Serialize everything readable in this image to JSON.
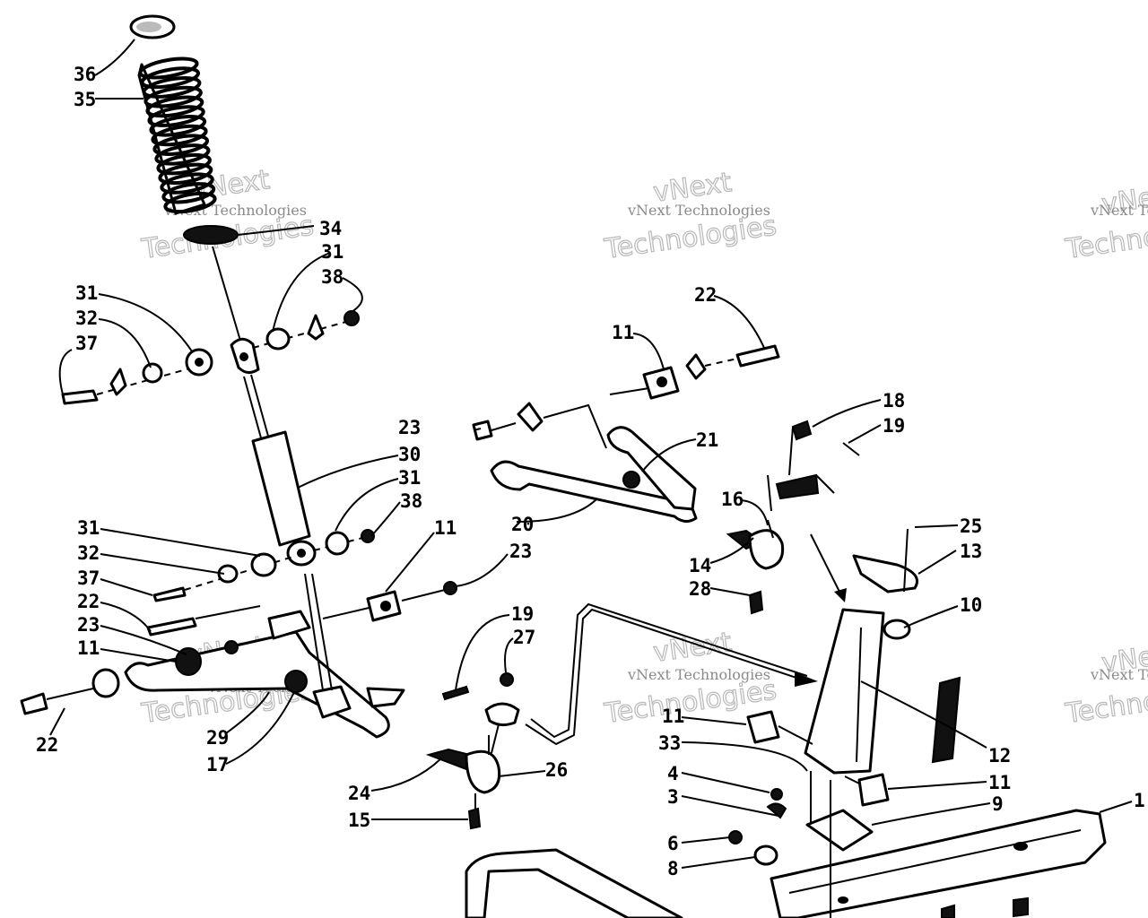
{
  "watermark": {
    "brand": "vNext",
    "line": "vNext Technologies",
    "word": "Technologies"
  },
  "callouts": [
    "36",
    "35",
    "34",
    "31",
    "38",
    "31",
    "32",
    "37",
    "30",
    "31",
    "38",
    "31",
    "32",
    "37",
    "22",
    "23",
    "11",
    "22",
    "29",
    "17",
    "11",
    "23",
    "24",
    "26",
    "15",
    "19",
    "27",
    "22",
    "11",
    "23",
    "21",
    "20",
    "18",
    "19",
    "16",
    "14",
    "28",
    "25",
    "13",
    "10",
    "12",
    "11",
    "33",
    "4",
    "3",
    "6",
    "8",
    "11",
    "9",
    "1"
  ]
}
